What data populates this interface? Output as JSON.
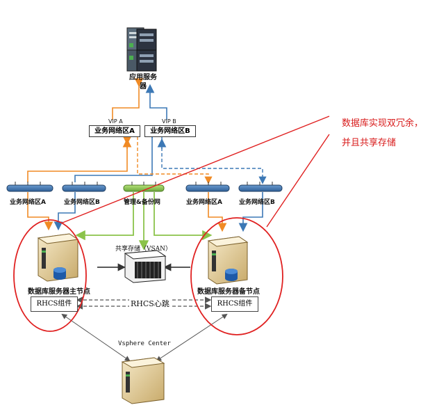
{
  "title": {
    "app_server": "应用服务器"
  },
  "vip": {
    "a_label": "VIP A",
    "b_label": "VIP B",
    "zone_a": "业务网络区A",
    "zone_b": "业务网络区B"
  },
  "switches": {
    "s1": "业务网络区A",
    "s2": "业务网络区B",
    "mgmt": "管理&备份网",
    "s4": "业务网络区A",
    "s5": "业务网络区B"
  },
  "storage": {
    "label": "共享存储（VSAN）"
  },
  "db": {
    "primary": "数据库服务器主节点",
    "standby": "数据库服务器备节点",
    "rhcs_label": "RHCS组件",
    "heartbeat": "RHCS心跳"
  },
  "vcenter": {
    "label": "Vsphere Center"
  },
  "annotation": {
    "line1": "数据库实现双冗余，",
    "line2": "并且共享存储"
  },
  "colors": {
    "orange": "#f08a24",
    "blue": "#3c78b5",
    "green": "#8bc34a",
    "red": "#e02020",
    "dashed": "#555555"
  }
}
